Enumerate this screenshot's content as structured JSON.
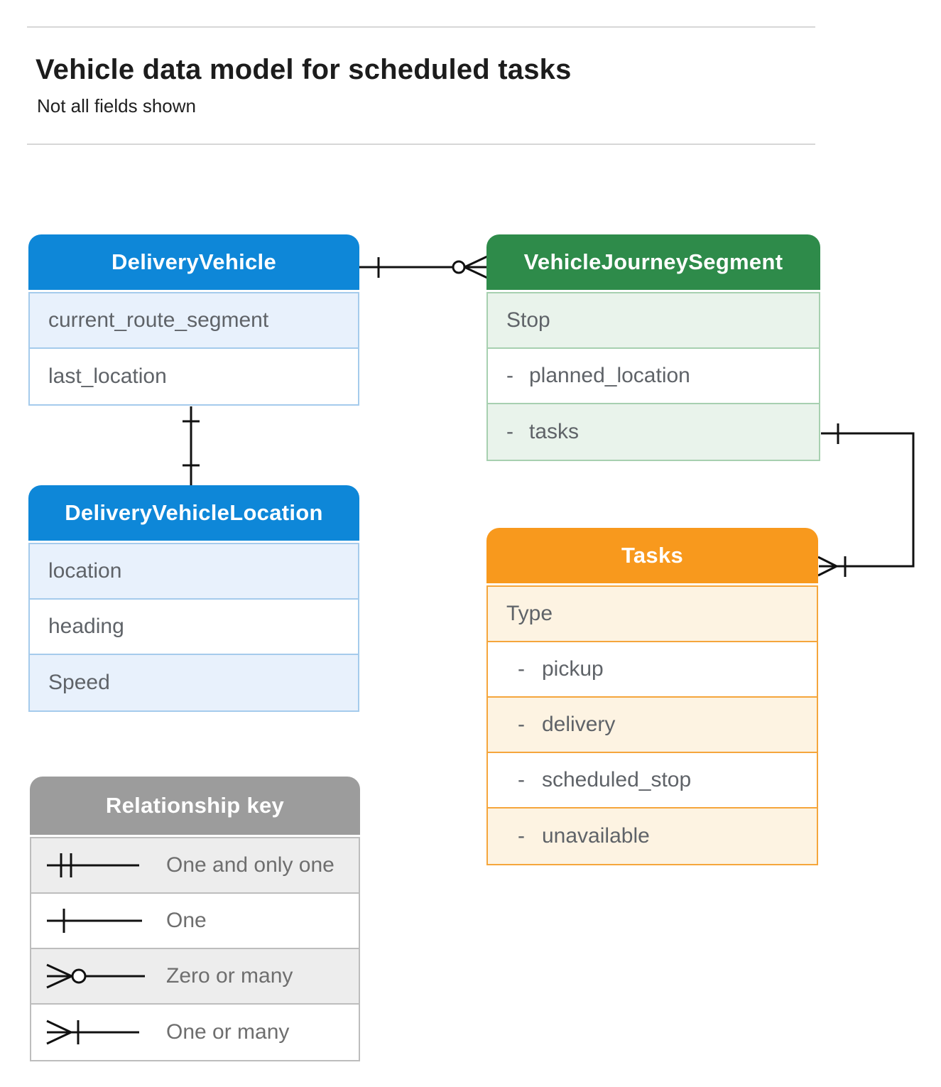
{
  "page": {
    "title": "Vehicle data model for scheduled tasks",
    "subtitle": "Not all fields shown"
  },
  "colors": {
    "blue_header": "#0e87d8",
    "blue_row_tint": "#e8f1fc",
    "blue_border": "#a5cbec",
    "green_header": "#2e8b4a",
    "green_row_tint": "#e9f3eb",
    "green_border": "#a7d0b0",
    "orange_header": "#f8991d",
    "orange_row_tint": "#fdf3e2",
    "orange_border": "#f5a63c",
    "gray_header": "#9c9c9c",
    "gray_row_tint": "#ededed",
    "gray_border": "#bdbdbd",
    "line_color": "#111111",
    "row_text": "#5f6368"
  },
  "entities": [
    {
      "id": "delivery-vehicle",
      "title": "DeliveryVehicle",
      "accent": "blue",
      "fields": [
        {
          "bullet": "",
          "name": "current_route_segment"
        },
        {
          "bullet": "",
          "name": "last_location"
        }
      ]
    },
    {
      "id": "vehicle-journey-segment",
      "title": "VehicleJourneySegment",
      "accent": "green",
      "fields": [
        {
          "bullet": "",
          "name": "Stop"
        },
        {
          "bullet": "-",
          "name": "planned_location"
        },
        {
          "bullet": "-",
          "name": "tasks"
        }
      ]
    },
    {
      "id": "delivery-vehicle-location",
      "title": "DeliveryVehicleLocation",
      "accent": "blue",
      "fields": [
        {
          "bullet": "",
          "name": "location"
        },
        {
          "bullet": "",
          "name": "heading"
        },
        {
          "bullet": "",
          "name": "Speed"
        }
      ]
    },
    {
      "id": "tasks",
      "title": "Tasks",
      "accent": "orange",
      "fields": [
        {
          "bullet": "",
          "name": "Type"
        },
        {
          "bullet": "-",
          "name": "pickup"
        },
        {
          "bullet": "-",
          "name": "delivery"
        },
        {
          "bullet": "-",
          "name": "scheduled_stop"
        },
        {
          "bullet": "-",
          "name": "unavailable"
        }
      ]
    }
  ],
  "relationships": [
    {
      "from": "DeliveryVehicle",
      "to": "VehicleJourneySegment",
      "from_cardinality": "one",
      "to_cardinality": "zero-or-many"
    },
    {
      "from": "DeliveryVehicle",
      "to": "DeliveryVehicleLocation",
      "from_cardinality": "one",
      "to_cardinality": "one"
    },
    {
      "from": "VehicleJourneySegment.tasks",
      "to": "Tasks",
      "from_cardinality": "one",
      "to_cardinality": "one-or-many"
    }
  ],
  "legend": {
    "title": "Relationship key",
    "rows": [
      {
        "symbol": "one-and-only-one",
        "label": "One and only one"
      },
      {
        "symbol": "one",
        "label": "One"
      },
      {
        "symbol": "zero-or-many",
        "label": "Zero or many"
      },
      {
        "symbol": "one-or-many",
        "label": "One or many"
      }
    ]
  }
}
